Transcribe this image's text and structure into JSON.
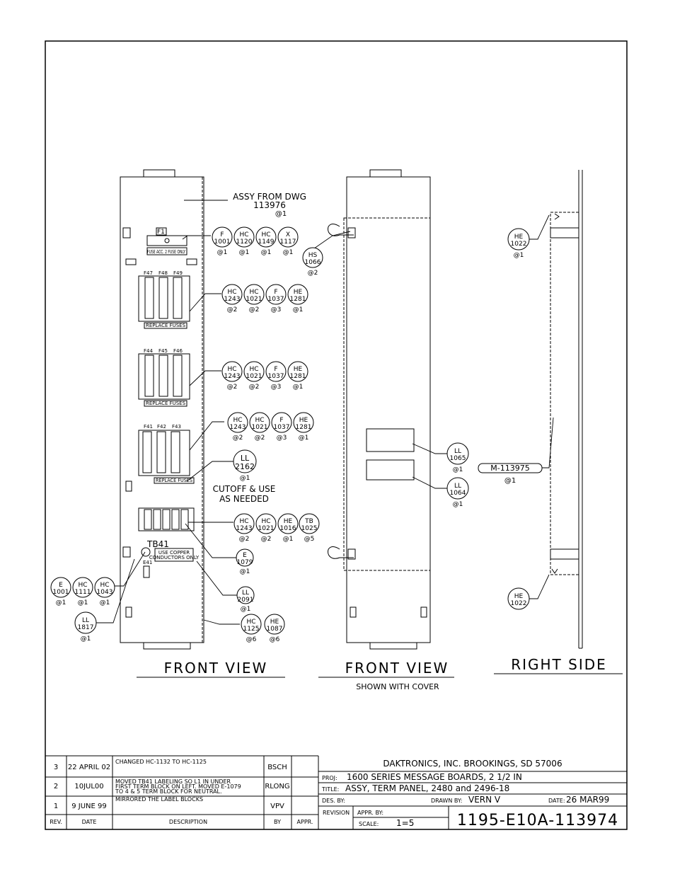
{
  "views": {
    "front_view": {
      "title": "FRONT VIEW"
    },
    "front_view_cover": {
      "title": "FRONT VIEW",
      "subtitle": "SHOWN WITH COVER"
    },
    "right_side": {
      "title": "RIGHT SIDE"
    }
  },
  "notes": {
    "assy_line1": "ASSY FROM DWG",
    "assy_line2": "113976",
    "assy_qty": "@1",
    "cutoff_line1": "CUTOFF & USE",
    "cutoff_line2": "AS NEEDED"
  },
  "component_labels": {
    "f1": "F1",
    "fuse_label": "FUSE ACC. 2 FUSE ONLY",
    "f47": "F47",
    "f48": "F48",
    "f49": "F49",
    "f44": "F44",
    "f45": "F45",
    "f46": "F46",
    "f41": "F41",
    "f42": "F42",
    "f43": "F43",
    "replace_fuses": "REPLACE FUSES",
    "tb41": "TB41",
    "e41": "E41",
    "copper_line1": "USE COPPER",
    "copper_line2": "CONDUCTORS ONLY"
  },
  "balloons": [
    {
      "id": "f1001",
      "top": "F",
      "bottom": "1001",
      "qty": "@1"
    },
    {
      "id": "hc1120",
      "top": "HC",
      "bottom": "1120",
      "qty": "@1"
    },
    {
      "id": "hc1149",
      "top": "HC",
      "bottom": "1149",
      "qty": "@1"
    },
    {
      "id": "x1117",
      "top": "X",
      "bottom": "1117",
      "qty": "@1"
    },
    {
      "id": "hs1066",
      "top": "HS",
      "bottom": "1066",
      "qty": "@2"
    },
    {
      "id": "g1_hc1243",
      "top": "HC",
      "bottom": "1243",
      "qty": "@2"
    },
    {
      "id": "g1_hc1021",
      "top": "HC",
      "bottom": "1021",
      "qty": "@2"
    },
    {
      "id": "g1_f1037",
      "top": "F",
      "bottom": "1037",
      "qty": "@3"
    },
    {
      "id": "g1_he1281",
      "top": "HE",
      "bottom": "1281",
      "qty": "@1"
    },
    {
      "id": "g2_hc1243",
      "top": "HC",
      "bottom": "1243",
      "qty": "@2"
    },
    {
      "id": "g2_hc1021",
      "top": "HC",
      "bottom": "1021",
      "qty": "@2"
    },
    {
      "id": "g2_f1037",
      "top": "F",
      "bottom": "1037",
      "qty": "@3"
    },
    {
      "id": "g2_he1281",
      "top": "HE",
      "bottom": "1281",
      "qty": "@1"
    },
    {
      "id": "g3_hc1243",
      "top": "HC",
      "bottom": "1243",
      "qty": "@2"
    },
    {
      "id": "g3_hc1021",
      "top": "HC",
      "bottom": "1021",
      "qty": "@2"
    },
    {
      "id": "g3_f1037",
      "top": "F",
      "bottom": "1037",
      "qty": "@3"
    },
    {
      "id": "g3_he1281",
      "top": "HE",
      "bottom": "1281",
      "qty": "@1"
    },
    {
      "id": "ll2162",
      "top": "LL",
      "bottom": "2162",
      "qty": "@1"
    },
    {
      "id": "tb_hc1243",
      "top": "HC",
      "bottom": "1243",
      "qty": "@2"
    },
    {
      "id": "tb_hc1021",
      "top": "HC",
      "bottom": "1021",
      "qty": "@2"
    },
    {
      "id": "tb_he1016",
      "top": "HE",
      "bottom": "1016",
      "qty": "@1"
    },
    {
      "id": "tb1025",
      "top": "TB",
      "bottom": "1025",
      "qty": "@5"
    },
    {
      "id": "e1079",
      "top": "E",
      "bottom": "1079",
      "qty": "@1"
    },
    {
      "id": "ll2091",
      "top": "LL",
      "bottom": "2091",
      "qty": "@1"
    },
    {
      "id": "hc1125",
      "top": "HC",
      "bottom": "1125",
      "qty": "@6"
    },
    {
      "id": "he1087",
      "top": "HE",
      "bottom": "1087",
      "qty": "@6"
    },
    {
      "id": "e1001",
      "top": "E",
      "bottom": "1001",
      "qty": "@1"
    },
    {
      "id": "hc1111",
      "top": "HC",
      "bottom": "1111",
      "qty": "@1"
    },
    {
      "id": "hc1043",
      "top": "HC",
      "bottom": "1043",
      "qty": "@1"
    },
    {
      "id": "ll1817",
      "top": "LL",
      "bottom": "1817",
      "qty": "@1"
    },
    {
      "id": "ll1065",
      "top": "LL",
      "bottom": "1065",
      "qty": "@1"
    },
    {
      "id": "ll1064",
      "top": "LL",
      "bottom": "1064",
      "qty": "@1"
    },
    {
      "id": "he1022_top",
      "top": "HE",
      "bottom": "1022",
      "qty": "@1"
    },
    {
      "id": "he1022_bot",
      "top": "HE",
      "bottom": "1022",
      "qty": ""
    }
  ],
  "m_label": {
    "text": "M-113975",
    "qty": "@1"
  },
  "revisions": [
    {
      "rev": "3",
      "date": "22 APRIL 02",
      "description": [
        "CHANGED HC-1132 TO HC-1125"
      ],
      "by": "BSCH",
      "appr": ""
    },
    {
      "rev": "2",
      "date": "10JUL00",
      "description": [
        "MOVED TB41 LABELING SO L1 IN UNDER",
        "FIRST TERM BLOCK ON LEFT. MOVED E-1079",
        "TO 4 & 5 TERM BLOCK FOR NEUTRAL."
      ],
      "by": "RLONG",
      "appr": ""
    },
    {
      "rev": "1",
      "date": "9 JUNE 99",
      "description": [
        "MIRRORED THE LABEL BLOCKS"
      ],
      "by": "VPV",
      "appr": ""
    }
  ],
  "revision_headers": {
    "rev": "REV.",
    "date": "DATE",
    "description": "DESCRIPTION",
    "by": "BY",
    "appr": "APPR."
  },
  "title_block": {
    "company": "DAKTRONICS, INC.   BROOKINGS, SD 57006",
    "proj_label": "PROJ:",
    "proj": "1600 SERIES MESSAGE BOARDS, 2 1/2 IN",
    "title_label": "TITLE:",
    "title": "ASSY, TERM PANEL, 2480 and 2496-18",
    "des_label": "DES. BY:",
    "des": "",
    "drawn_label": "DRAWN BY:",
    "drawn": "VERN V",
    "date_label": "DATE:",
    "date": "26 MAR99",
    "revision_label": "REVISION",
    "appr_label": "APPR. BY:",
    "scale_label": "SCALE:",
    "scale": "1=5",
    "drawing_number": "1195-E10A-113974"
  }
}
